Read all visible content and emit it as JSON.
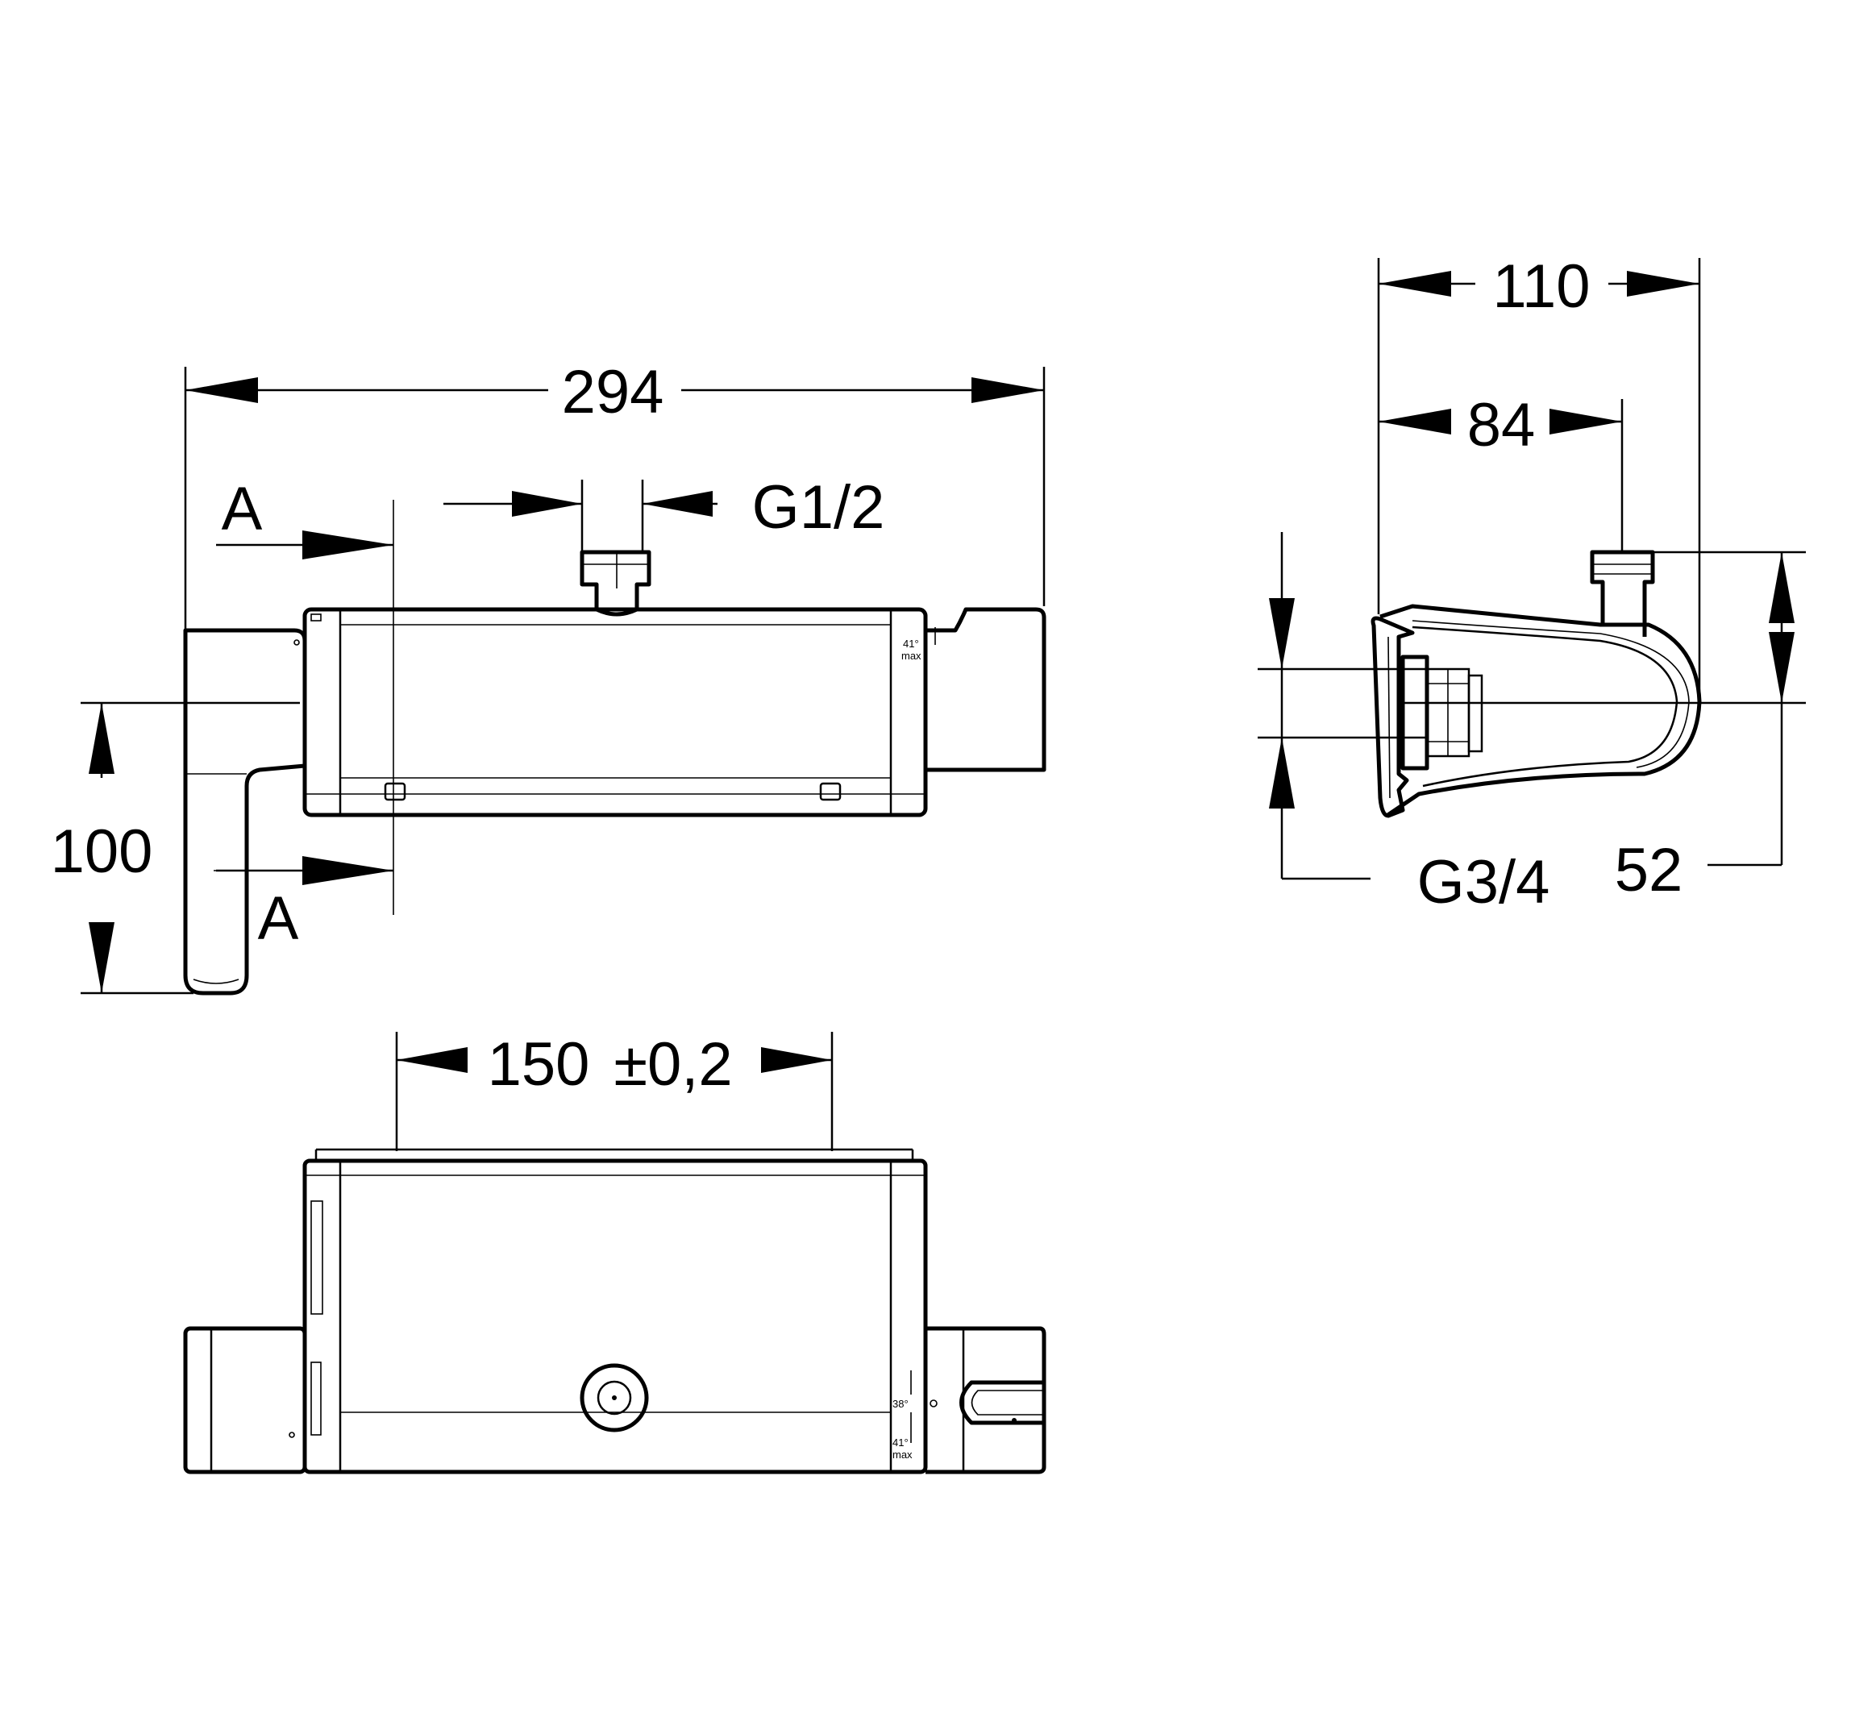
{
  "labels": {
    "overall_width": "294",
    "section_a_top": "A",
    "section_a_bottom": "A",
    "outlet_thread": "G1/2",
    "wall_height": "100",
    "inlet_spacing": "150",
    "inlet_tolerance": "±0,2",
    "depth_total": "110",
    "depth_to_outlet": "84",
    "inlet_thread": "G3/4",
    "outlet_height": "52",
    "temp_max_side": "41°",
    "temp_max_side_word": "max",
    "temp_mid": "38°",
    "temp_max_bottom": "41°",
    "temp_max_bottom_word": "max"
  },
  "colors": {
    "line": "#000000",
    "background": "#ffffff"
  }
}
